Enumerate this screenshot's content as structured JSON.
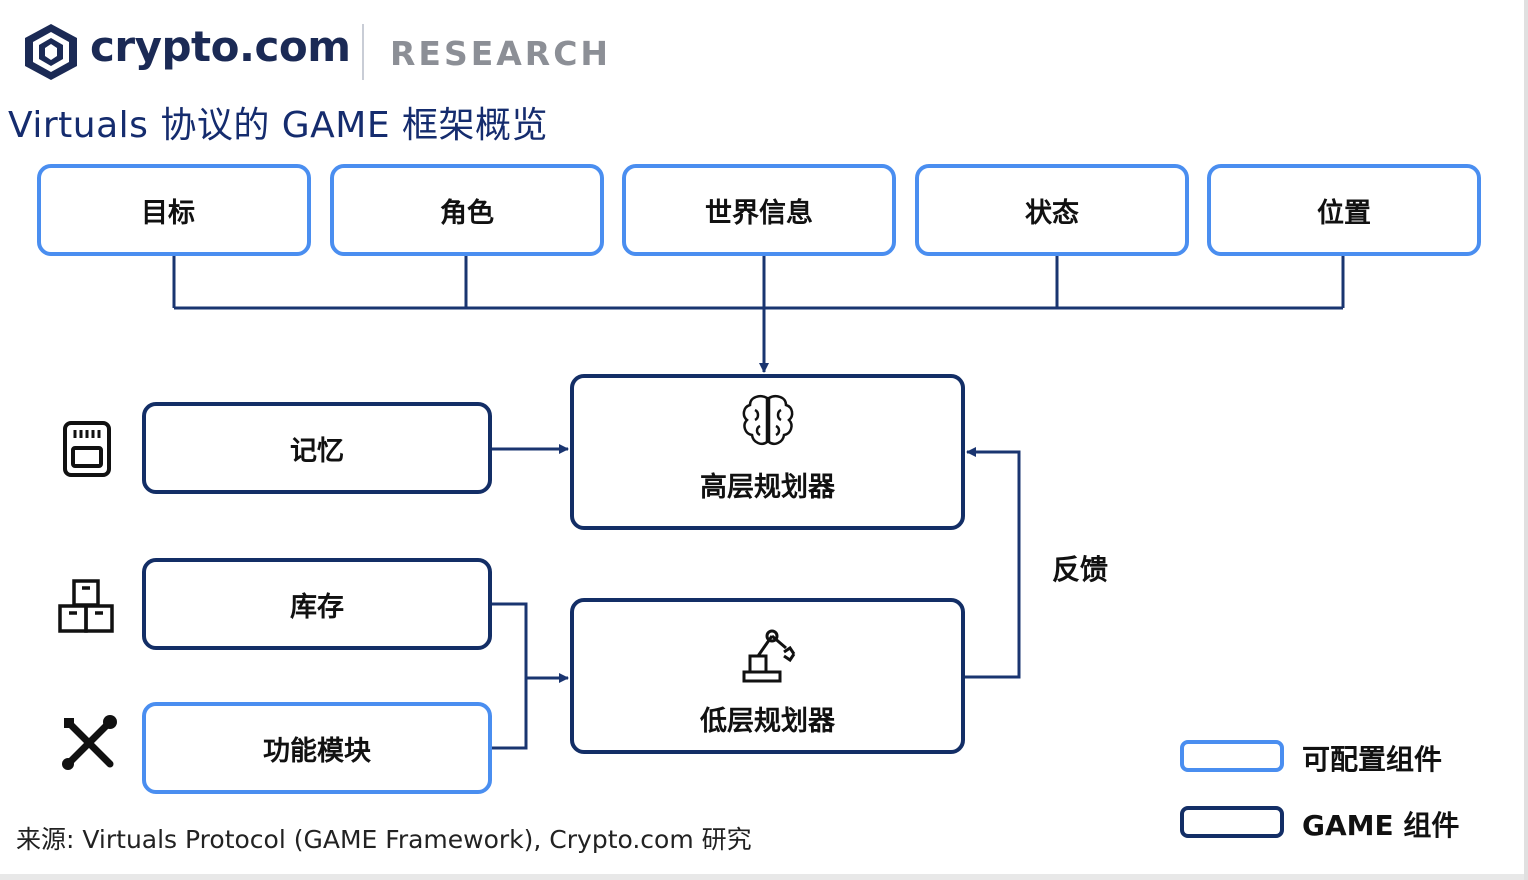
{
  "header": {
    "logo_text": "crypto.com",
    "division": "RESEARCH",
    "title": "Virtuals 协议的 GAME 框架概览"
  },
  "inputs_top": [
    "目标",
    "角色",
    "世界信息",
    "状态",
    "位置"
  ],
  "components": {
    "memory": "记忆",
    "inventory": "库存",
    "function_module": "功能模块"
  },
  "planners": {
    "high": "高层规划器",
    "low": "低层规划器"
  },
  "feedback_label": "反馈",
  "legend": {
    "configurable": "可配置组件",
    "game": "GAME 组件"
  },
  "source": "来源: Virtuals Protocol (GAME Framework), Crypto.com 研究",
  "icons": [
    "shield-logo-icon",
    "memory-card-icon",
    "boxes-icon",
    "tools-icon",
    "brain-icon",
    "robot-arm-icon"
  ],
  "colors": {
    "configurable_border": "#4a8ef0",
    "game_border": "#132e66",
    "title": "#152c6e",
    "connector": "#1a3570"
  }
}
